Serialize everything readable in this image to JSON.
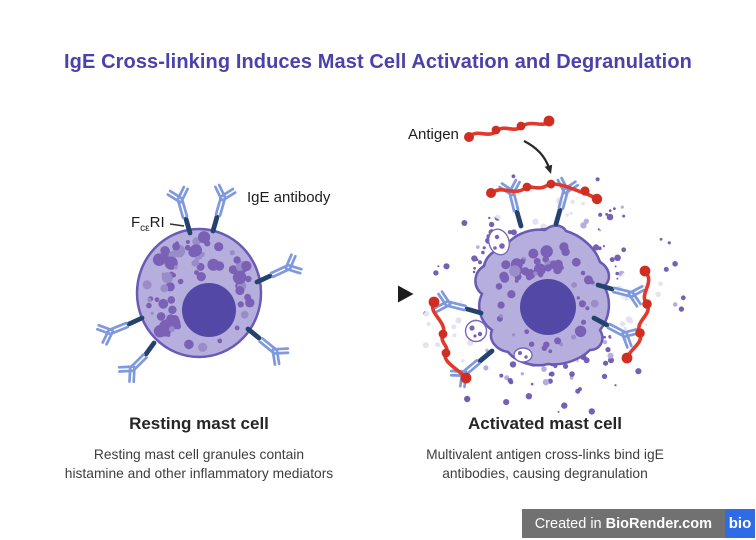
{
  "title": {
    "text": "IgE Cross-linking Induces Mast Cell Activation and Degranulation",
    "color": "#4a41ab"
  },
  "diagram": {
    "antigen_label": "Antigen",
    "ige_antibody_label": "IgE antibody",
    "receptor_label": {
      "prefix": "F",
      "subscript": "cε",
      "suffix": "RI"
    }
  },
  "captions": {
    "resting": {
      "title": "Resting mast cell",
      "line1": "Resting mast cell granules contain",
      "line2": "histamine and other inflammatory mediators"
    },
    "activated": {
      "title": "Activated mast cell",
      "line1": "Multivalent antigen cross-links bind igE",
      "line2": "antibodies, causing degranulation"
    }
  },
  "watermark": {
    "prefix": "Created in ",
    "brand": "BioRender.com",
    "logo_text": "bio"
  },
  "colors": {
    "title_purple": "#4a41ab",
    "cell_body": "#b6aedd",
    "cell_outline": "#6a5ab5",
    "granule_purple": "#7b61b6",
    "granule_light": "#9a8cc9",
    "nucleus_purple": "#5448a6",
    "ige_blue": "#7e99de",
    "receptor_navy": "#25416e",
    "antigen_red": "#e13a2c",
    "antigen_dot_red": "#d02e22",
    "arrow_black": "#1d1d1d",
    "watermark_gray": "#717171",
    "biorender_blue": "#2f6be4"
  }
}
